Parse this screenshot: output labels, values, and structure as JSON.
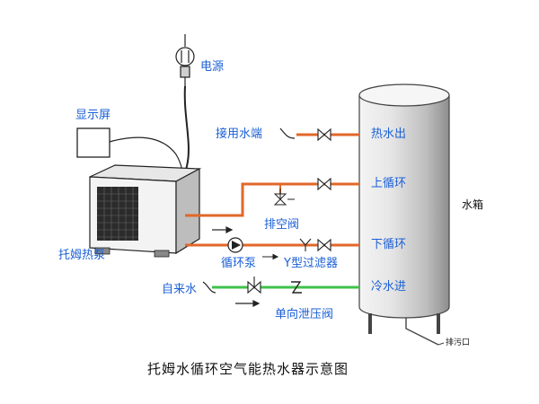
{
  "labels": {
    "power": "电源",
    "display": "显示屏",
    "user_end": "接用水端",
    "hot_out": "热水出",
    "upper_loop": "上循环",
    "air_valve": "排空阀",
    "lower_loop": "下循环",
    "heat_pump": "托姆热泵",
    "circ_pump": "循环泵",
    "y_filter": "Y型过滤器",
    "tap_water": "自来水",
    "cold_in": "冷水进",
    "check_valve": "单向泄压阀",
    "tank": "水箱",
    "drain": "排污口"
  },
  "caption": "托姆水循环空气能热水器示意图",
  "colors": {
    "label": "#1a5fd6",
    "hot_pipe": "#e2672a",
    "cold_pipe": "#3fc24a",
    "line": "#222222"
  }
}
